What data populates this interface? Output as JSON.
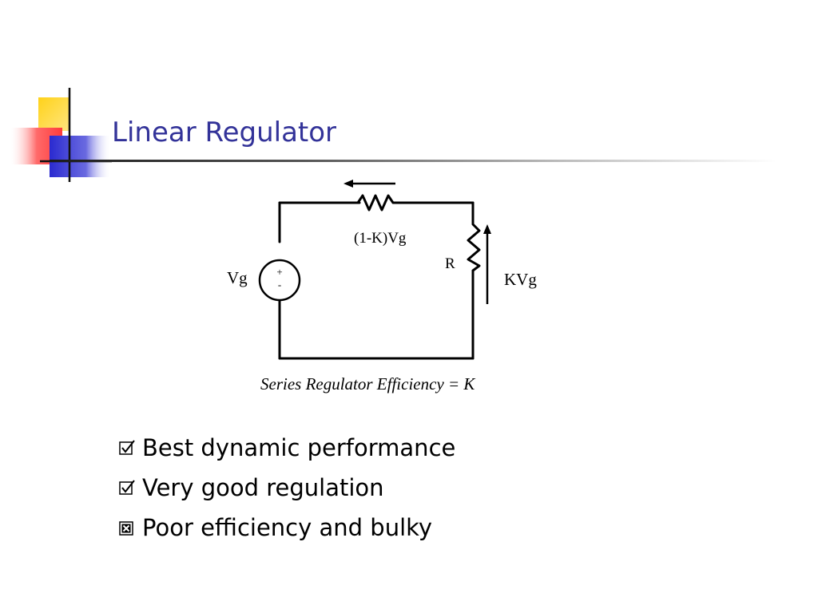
{
  "slide": {
    "title": "Linear Regulator",
    "accent_colors": {
      "yellow": "#ffcc00",
      "red": "#ff5050",
      "blue": "#3333cc",
      "title": "#333399"
    }
  },
  "circuit": {
    "source_label": "Vg",
    "source_plus": "+",
    "source_minus": "-",
    "series_drop_label": "(1-K)Vg",
    "load_label": "R",
    "output_label": "KVg",
    "caption": "Series Regulator Efficiency = K"
  },
  "bullets": [
    {
      "text": "Best dynamic performance",
      "status": "checked",
      "icon": "checked-box-icon"
    },
    {
      "text": "Very good regulation",
      "status": "checked",
      "icon": "checked-box-icon"
    },
    {
      "text": "Poor efficiency and bulky",
      "status": "crossed",
      "icon": "crossed-box-icon"
    }
  ]
}
